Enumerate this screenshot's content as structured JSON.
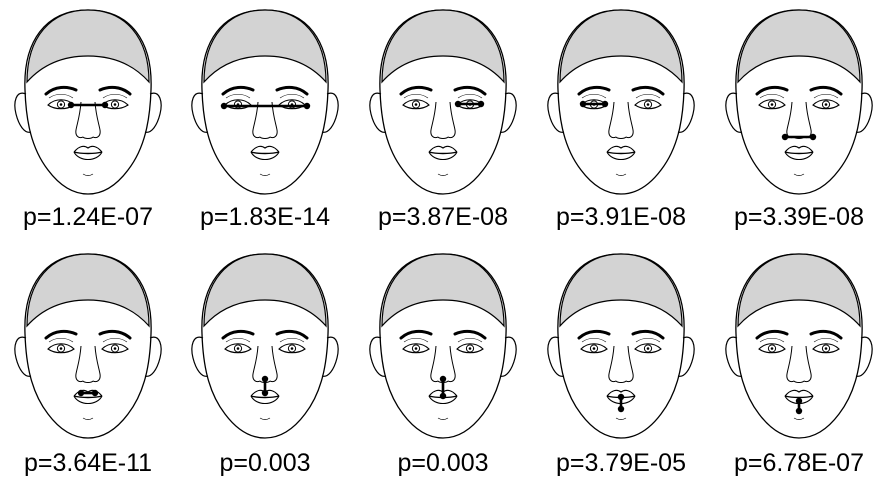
{
  "panels": [
    {
      "p_label": "p=1.24E-07",
      "measure": "inner-eye-distance"
    },
    {
      "p_label": "p=1.83E-14",
      "measure": "outer-eye-distance"
    },
    {
      "p_label": "p=3.87E-08",
      "measure": "left-eye-width"
    },
    {
      "p_label": "p=3.91E-08",
      "measure": "right-eye-width"
    },
    {
      "p_label": "p=3.39E-08",
      "measure": "nose-width"
    },
    {
      "p_label": "p=3.64E-11",
      "measure": "mouth-width"
    },
    {
      "p_label": "p=0.003",
      "measure": "nose-to-upper-lip"
    },
    {
      "p_label": "p=0.003",
      "measure": "nose-to-lip-junction"
    },
    {
      "p_label": "p=3.79E-05",
      "measure": "lip-thickness"
    },
    {
      "p_label": "p=6.78E-07",
      "measure": "lower-lip-height"
    }
  ],
  "colors": {
    "hair": "#d3d3d3",
    "line": "#000000",
    "background": "#ffffff"
  }
}
